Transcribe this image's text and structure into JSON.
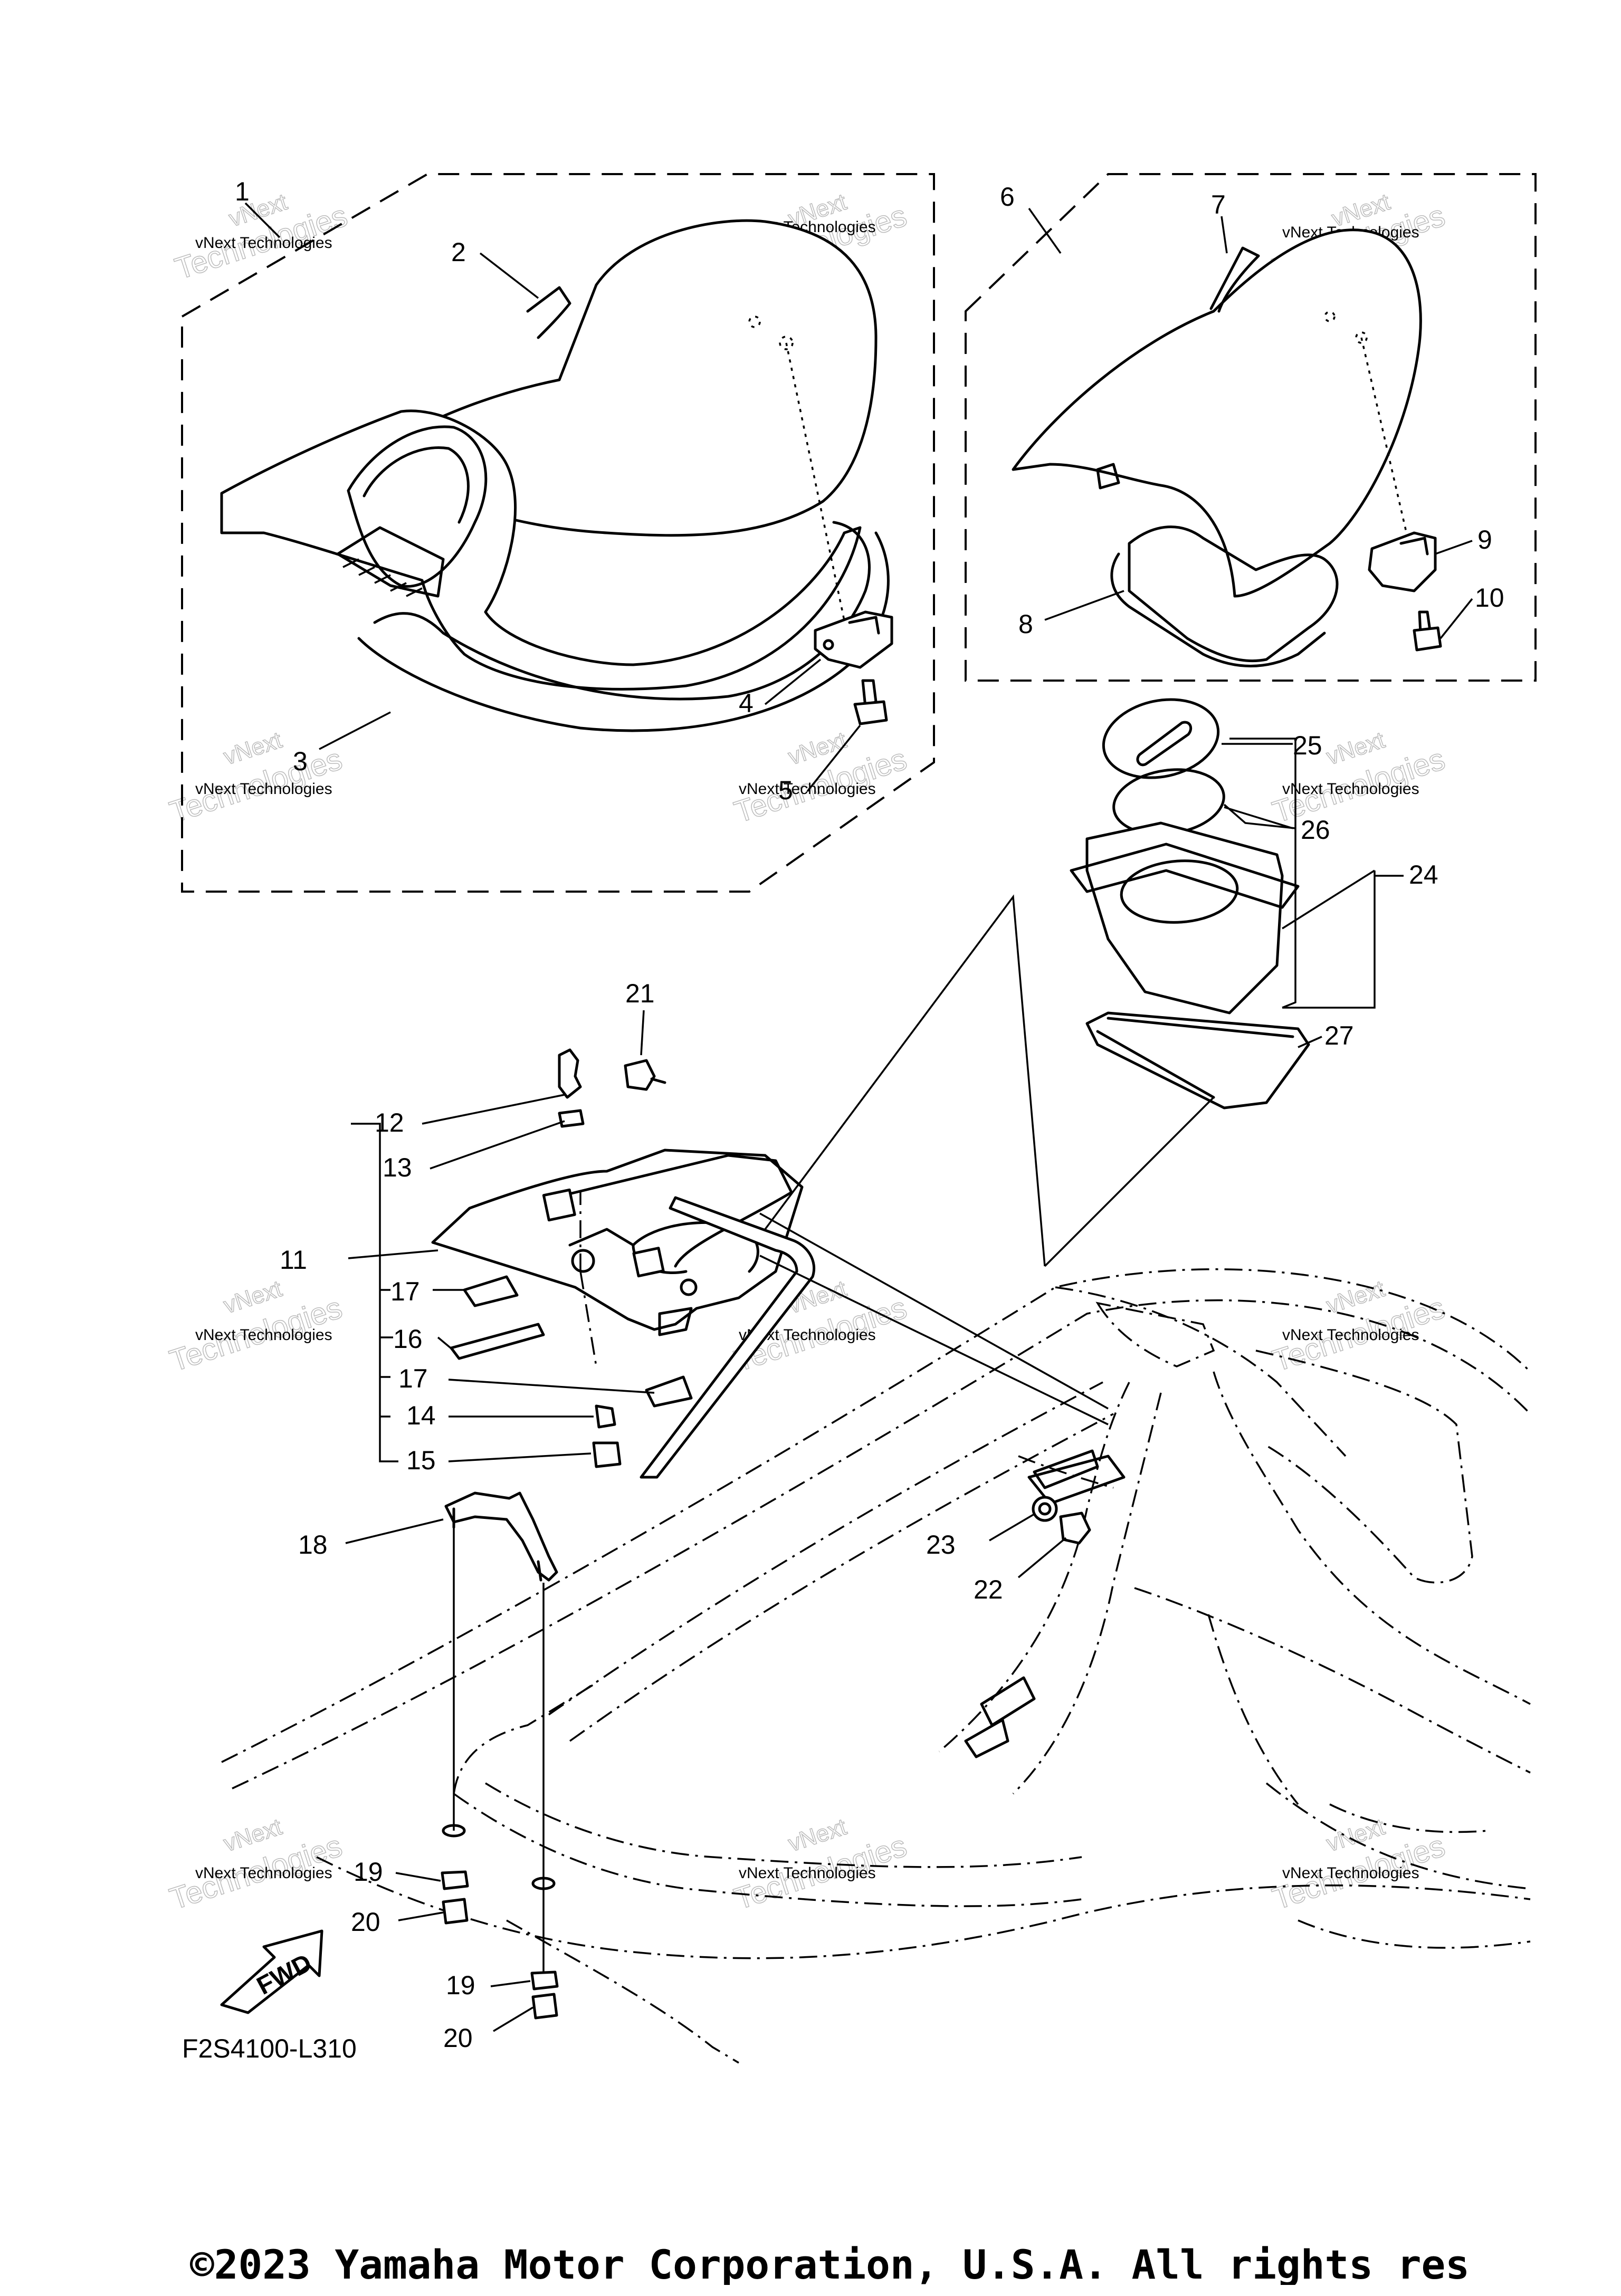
{
  "diagram": {
    "callouts": {
      "1": "1",
      "2": "2",
      "3": "3",
      "4": "4",
      "5": "5",
      "6": "6",
      "7": "7",
      "8": "8",
      "9": "9",
      "10": "10",
      "11": "11",
      "12": "12",
      "13": "13",
      "14": "14",
      "15": "15",
      "16": "16",
      "17": "17",
      "18": "18",
      "19": "19",
      "20": "20",
      "21": "21",
      "22": "22",
      "23": "23",
      "24": "24",
      "25": "25",
      "26": "26",
      "27": "27"
    },
    "fwd_label": "FWD",
    "diagram_code": "F2S4100-L310",
    "watermark": {
      "word1": "vNext",
      "word2": "Technologies",
      "caption": "vNext Technologies"
    }
  },
  "footer": {
    "copyright": "©2023 Yamaha Motor Corporation, U.S.A. All rights res"
  }
}
